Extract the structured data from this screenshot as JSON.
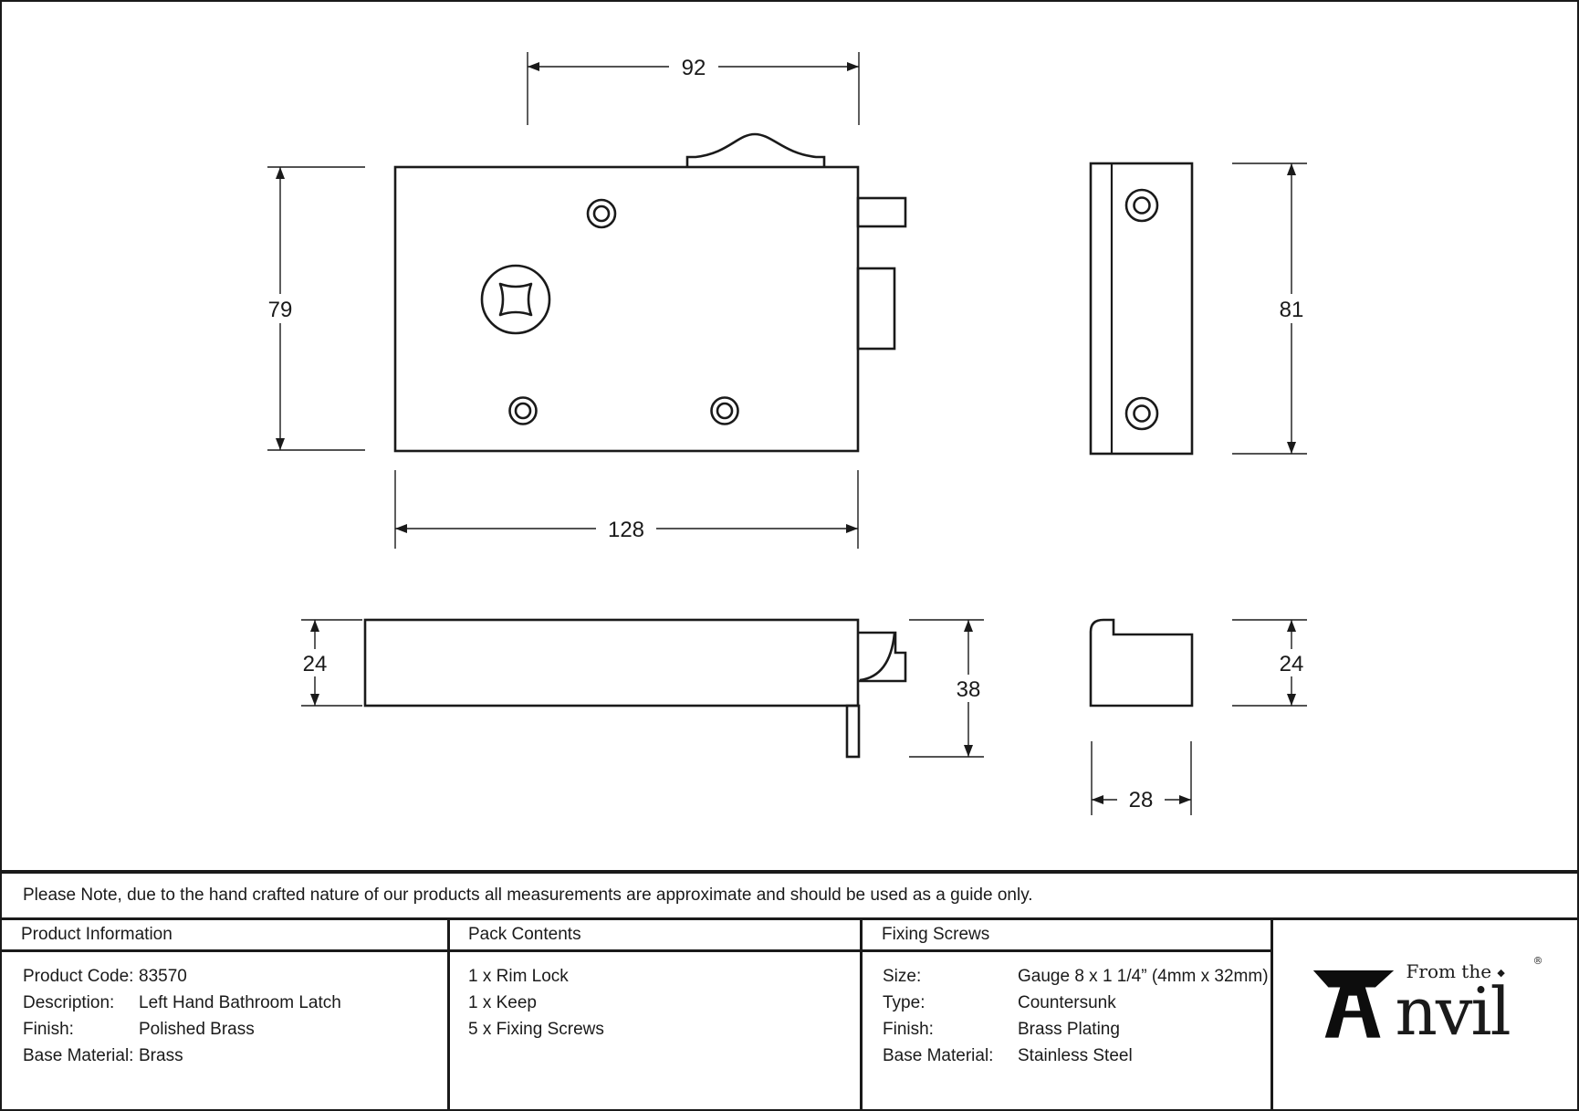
{
  "drawing": {
    "dims": {
      "front_top_width": "92",
      "front_height": "79",
      "front_width": "128",
      "keep_height": "81",
      "lock_thickness": "24",
      "lock_total_depth": "38",
      "keep_thickness": "24",
      "keep_width": "28"
    },
    "line_color": "#1a1a1a"
  },
  "note": "Please Note, due to the hand crafted nature of our products all measurements are approximate and should be used as a guide only.",
  "table": {
    "product_information": {
      "title": "Product Information",
      "rows": [
        {
          "label": "Product Code:",
          "value": "83570"
        },
        {
          "label": "Description:",
          "value": "Left Hand Bathroom Latch"
        },
        {
          "label": "Finish:",
          "value": "Polished Brass"
        },
        {
          "label": "Base Material:",
          "value": "Brass"
        }
      ]
    },
    "pack_contents": {
      "title": "Pack Contents",
      "items": [
        "1 x Rim Lock",
        "1 x Keep",
        "5 x Fixing Screws"
      ]
    },
    "fixing_screws": {
      "title": "Fixing Screws",
      "rows": [
        {
          "label": "Size:",
          "value": "Gauge 8 x 1 1/4” (4mm x 32mm)"
        },
        {
          "label": "Type:",
          "value": "Countersunk"
        },
        {
          "label": "Finish:",
          "value": "Brass Plating"
        },
        {
          "label": "Base Material:",
          "value": "Stainless Steel"
        }
      ]
    },
    "logo": {
      "from_the": "From the",
      "diamond": "◆",
      "wordmark": "nvil",
      "registered": "®"
    }
  }
}
